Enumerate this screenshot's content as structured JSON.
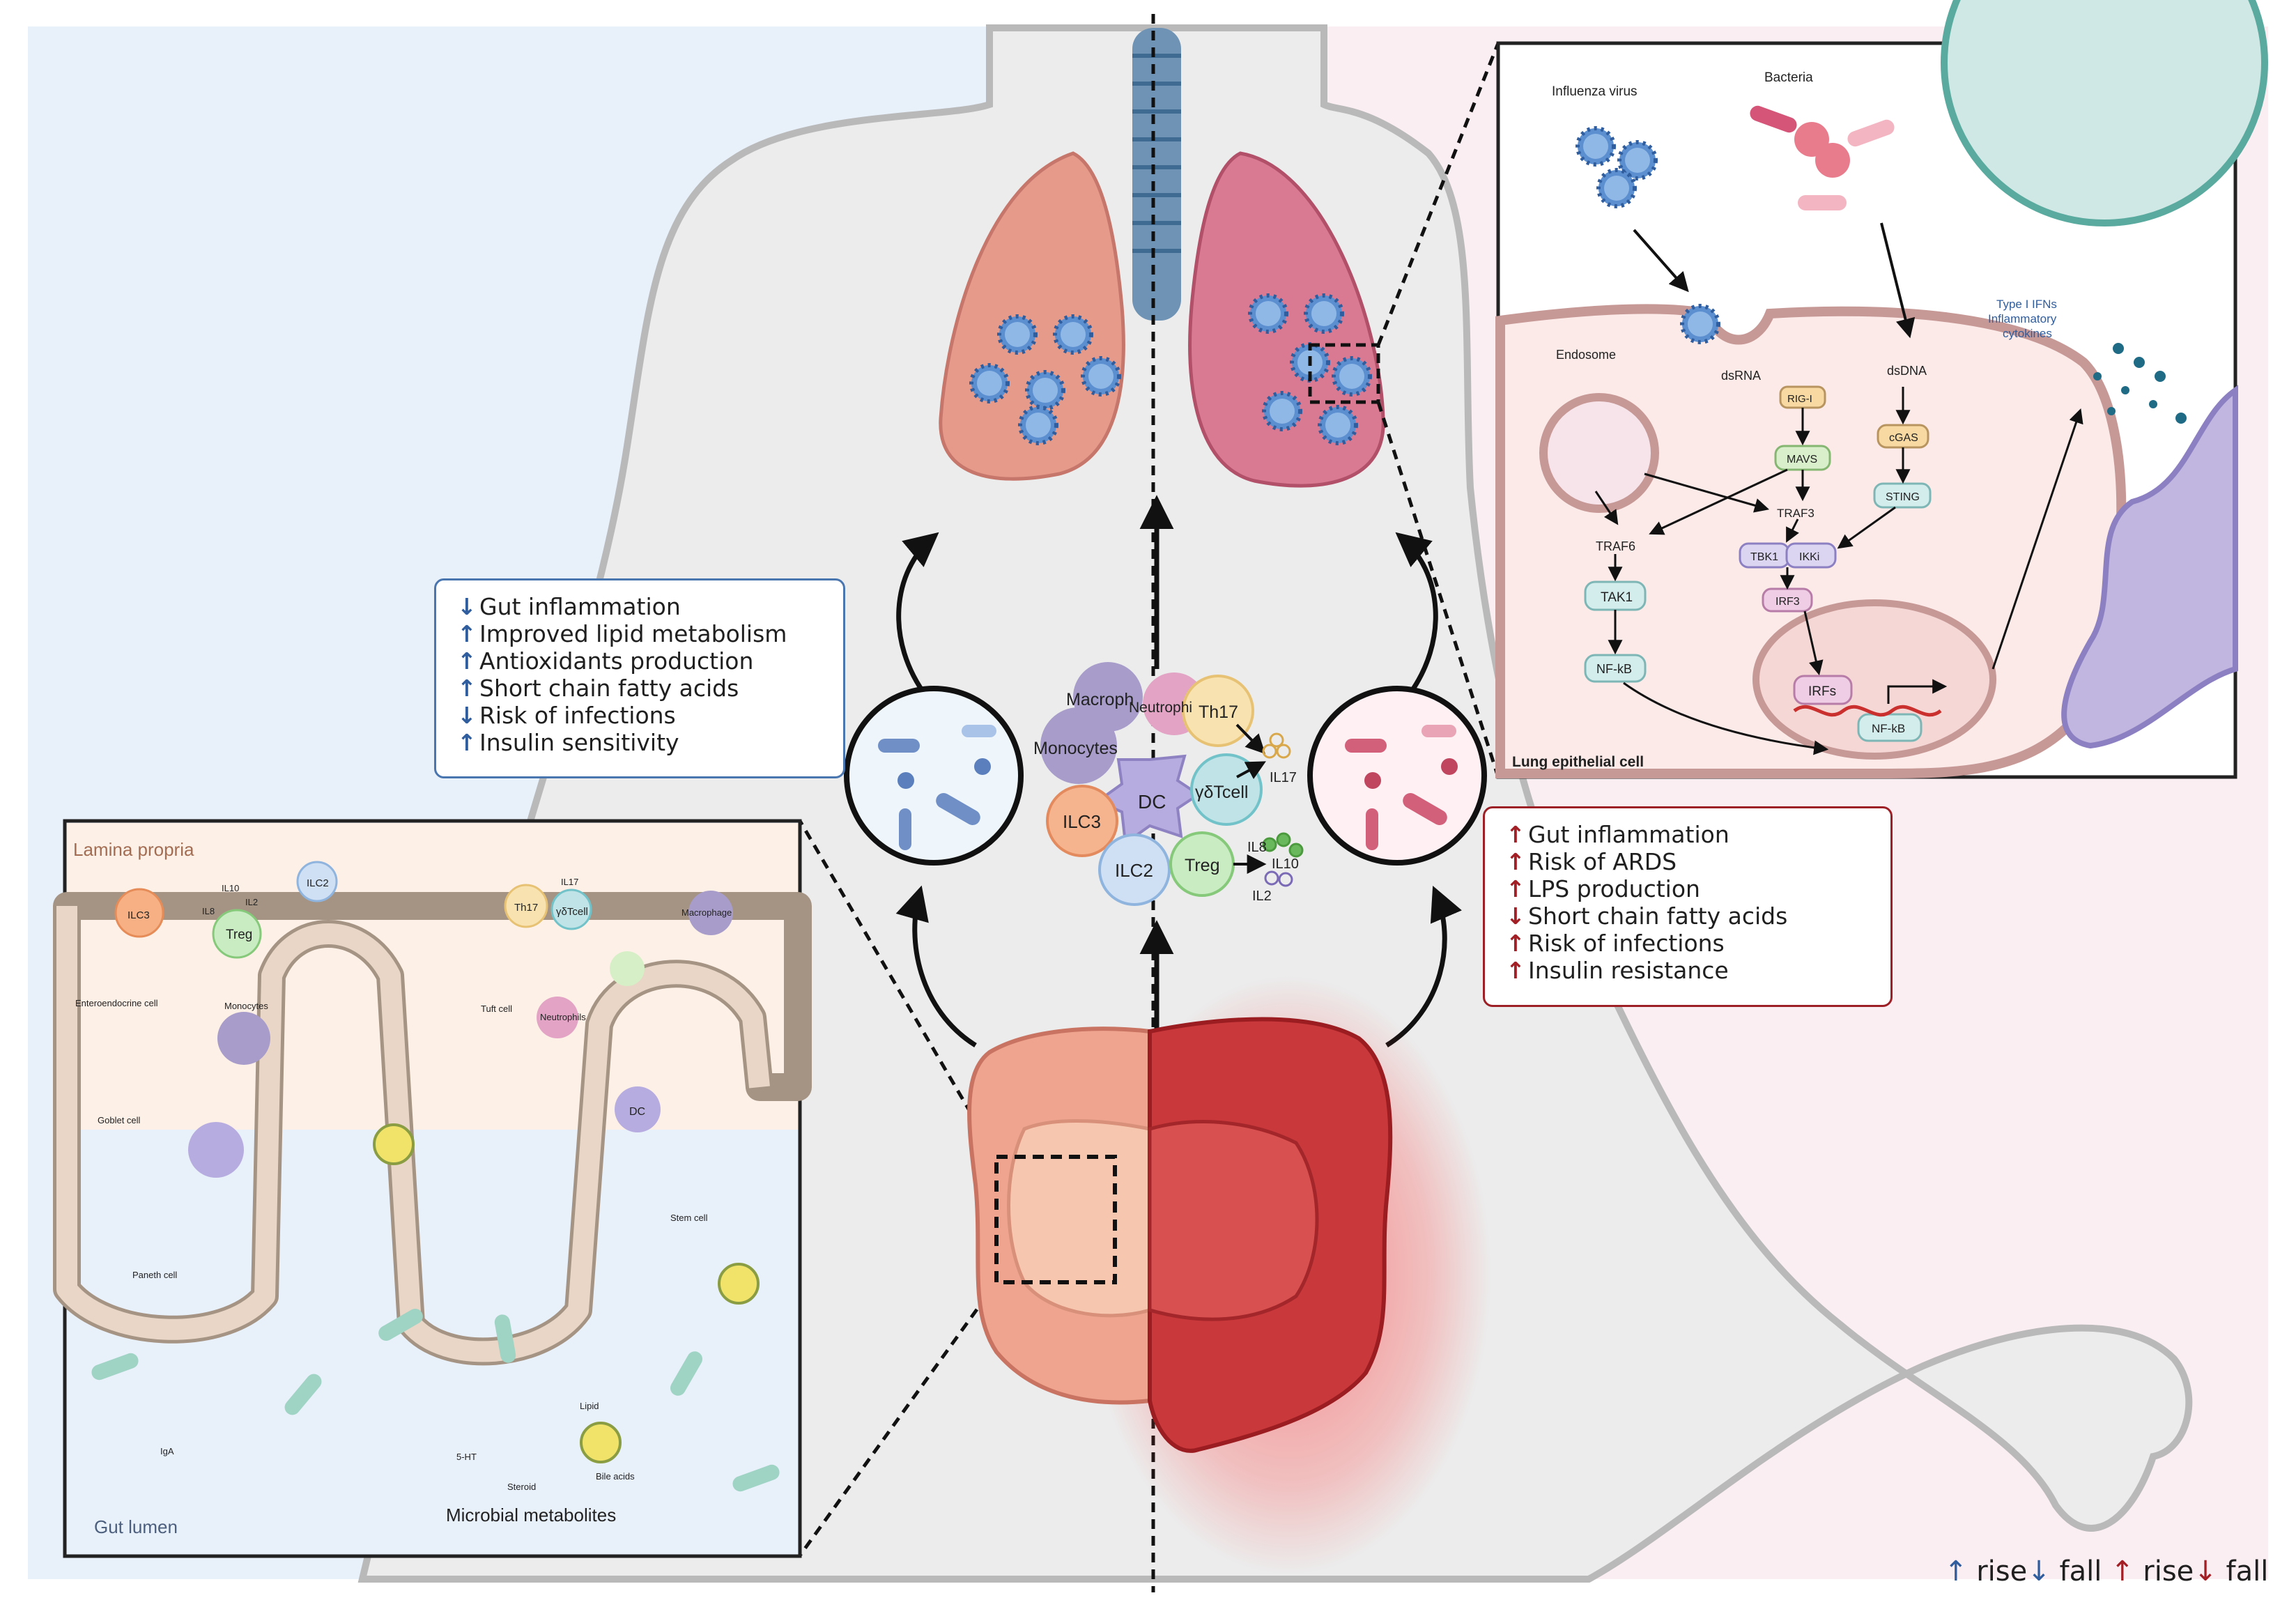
{
  "immune_cells": {
    "macrophage": "Macroph",
    "neutrophil": "Neutrophi",
    "th17": "Th17",
    "monocytes": "Monocytes",
    "dc": "DC",
    "gd_tcell": "γδTcell",
    "ilc3": "ILC3",
    "ilc2": "ILC2",
    "treg": "Treg",
    "il17": "IL17",
    "il8": "IL8",
    "il10": "IL10",
    "il2": "IL2"
  },
  "healthy_effects": [
    {
      "arrow": "↓",
      "text": "Gut inflammation"
    },
    {
      "arrow": "↑",
      "text": "Improved lipid metabolism"
    },
    {
      "arrow": "↑",
      "text": "Antioxidants production"
    },
    {
      "arrow": "↑",
      "text": "Short chain fatty acids"
    },
    {
      "arrow": "↓",
      "text": "Risk of infections"
    },
    {
      "arrow": "↑",
      "text": "Insulin sensitivity"
    }
  ],
  "disease_effects": [
    {
      "arrow": "↑",
      "text": "Gut inflammation"
    },
    {
      "arrow": "↑",
      "text": "Risk of ARDS"
    },
    {
      "arrow": "↑",
      "text": "LPS production"
    },
    {
      "arrow": "↓",
      "text": "Short chain fatty acids"
    },
    {
      "arrow": "↑",
      "text": "Risk of infections"
    },
    {
      "arrow": "↑",
      "text": "Insulin resistance"
    }
  ],
  "gut_panel": {
    "lamina_propria": "Lamina propria",
    "gut_lumen": "Gut lumen",
    "microbial_metabolites": "Microbial metabolites",
    "ilc3": "ILC3",
    "ilc2": "ILC2",
    "treg": "Treg",
    "il10": "IL10",
    "il8": "IL8",
    "il2": "IL2",
    "th17": "Th17",
    "il17": "IL17",
    "gd_tcell": "γδTcell",
    "macrophage": "Macrophage",
    "monocytes": "Monocytes",
    "neutrophils": "Neutrophils",
    "tuft_cell": "Tuft cell",
    "enteroendocrine_cell": "Enteroendocrine cell",
    "goblet_cell": "Goblet cell",
    "dc": "DC",
    "paneth_cell": "Paneth cell",
    "stem_cell": "Stem cell",
    "iga": "IgA",
    "serotonin": "5-HT",
    "steroid": "Steroid",
    "lipid": "Lipid",
    "bile_acids": "Bile acids"
  },
  "lung_panel": {
    "influenza_virus": "Influenza virus",
    "bacteria": "Bacteria",
    "type1_ifns": "Type I IFNs",
    "inflammatory": "Inflammatory",
    "cytokines": "cytokines",
    "endosome": "Endosome",
    "dsrna": "dsRNA",
    "dsdna": "dsDNA",
    "rig_i": "RIG-I",
    "mavs": "MAVS",
    "cgas": "cGAS",
    "sting": "STING",
    "traf3": "TRAF3",
    "traf6": "TRAF6",
    "tbk1": "TBK1",
    "ikki": "IKKi",
    "irf3": "IRF3",
    "tak1": "TAK1",
    "nfkb": "NF-kB",
    "irfs": "IRFs",
    "nfkb_dna": "NF-kB",
    "cell_label": "Lung epithelial cell"
  },
  "legend": {
    "blue_rise_arrow": "↑",
    "blue_rise": "rise",
    "blue_fall_arrow": "↓",
    "blue_fall": "fall",
    "red_rise_arrow": "↑",
    "red_rise": "rise",
    "red_fall_arrow": "↓",
    "red_fall": "fall"
  },
  "colors": {
    "healthy_background": "#e8f0fa",
    "disease_background": "#fbeef3",
    "healthy_accent": "#2f5d9e",
    "disease_accent": "#a21f26",
    "body_silhouette": "#eeeeee"
  }
}
